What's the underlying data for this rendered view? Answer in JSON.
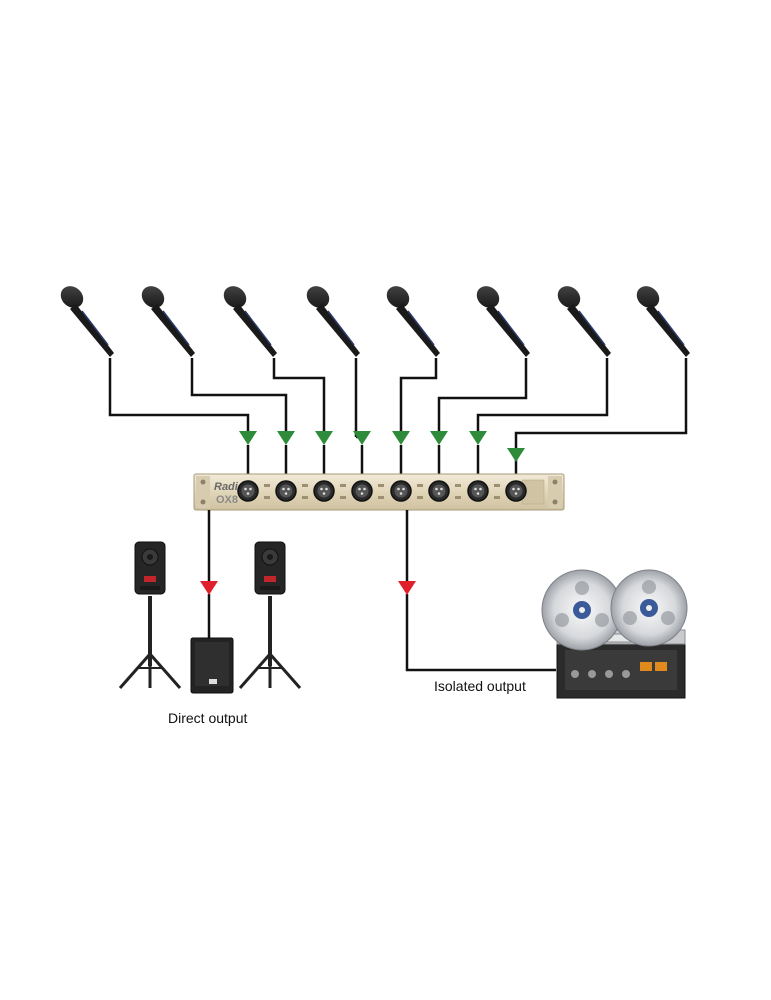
{
  "labels": {
    "direct_output": "Direct output",
    "isolated_output": "Isolated output"
  },
  "device": {
    "brand": "Radial",
    "model": "OX8"
  },
  "colors": {
    "input_arrow": "#2e8b3a",
    "output_arrow": "#e0202a",
    "cable": "#111111",
    "chassis": "#e6dcc3"
  },
  "icons": [
    "microphone-icon",
    "speaker-icon",
    "subwoofer-icon",
    "tripod-stand-icon",
    "reel-to-reel-recorder-icon",
    "xlr-connector-icon"
  ]
}
